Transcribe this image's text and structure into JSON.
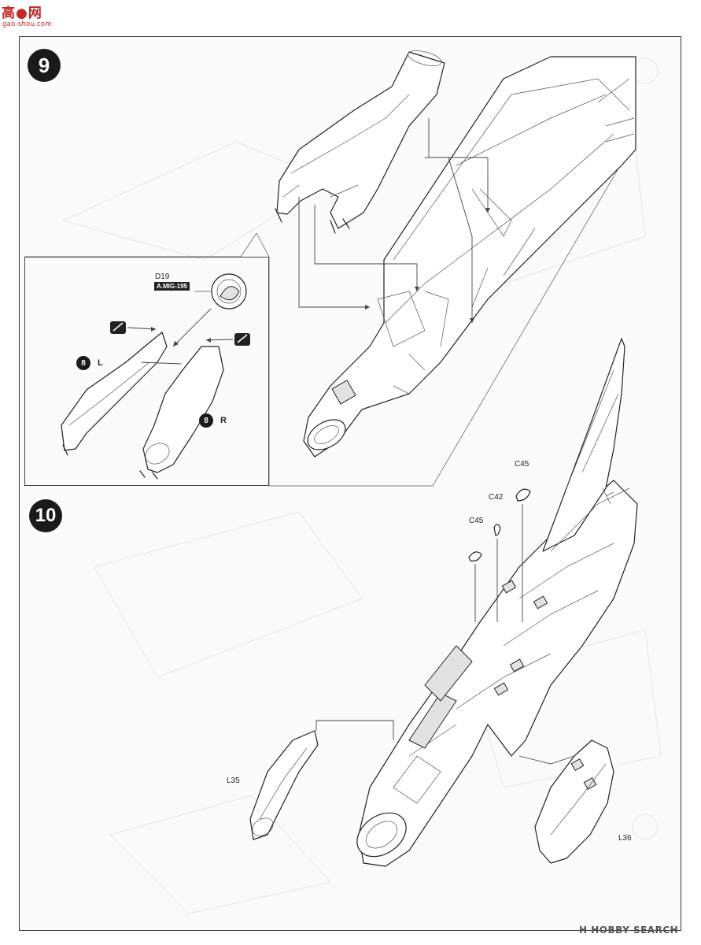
{
  "watermark": {
    "logo_text": "高●网",
    "logo_url": "gao-shou.com",
    "footer_brand": "H HOBBY SEARCH"
  },
  "steps": [
    {
      "number": "9",
      "inset": {
        "part": "D19",
        "decal": "A.MIG-195",
        "left_ref": "8",
        "left_side": "L",
        "right_ref": "8",
        "right_side": "R"
      }
    },
    {
      "number": "10",
      "parts": [
        "C45",
        "C42",
        "C45",
        "L35",
        "L36"
      ]
    }
  ],
  "colors": {
    "line": "#222222",
    "badge": "#1a1a1a",
    "watermark_red": "#c62828"
  },
  "icons": [
    "step-badge-icon",
    "decal-icon",
    "arrow-icon",
    "logo-icon"
  ]
}
